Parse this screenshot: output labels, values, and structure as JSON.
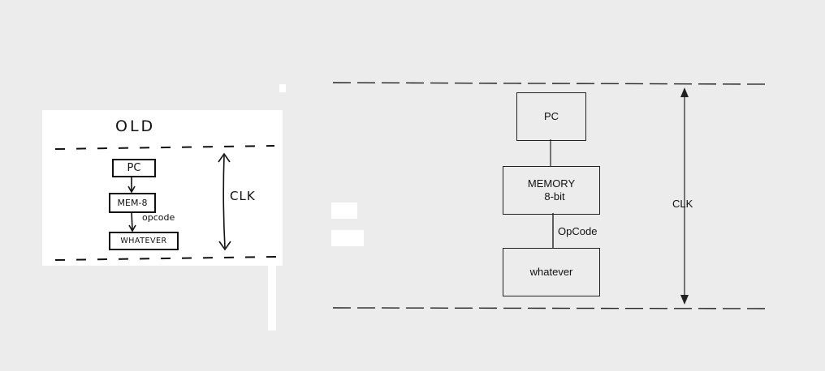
{
  "old_sketch": {
    "title": "OLD",
    "clock_label": "CLK",
    "boxes": {
      "pc": "PC",
      "memory": "MEM-8",
      "whatever": "WHATEVER"
    },
    "edge_label": "opcode"
  },
  "new_diagram": {
    "boxes": {
      "pc": "PC",
      "memory_line1": "MEMORY",
      "memory_line2": "8-bit",
      "whatever": "whatever"
    },
    "edge_label": "OpCode",
    "clock_label": "CLK"
  },
  "colors": {
    "background": "#ececec",
    "panel": "#ffffff",
    "ink": "#111111"
  }
}
